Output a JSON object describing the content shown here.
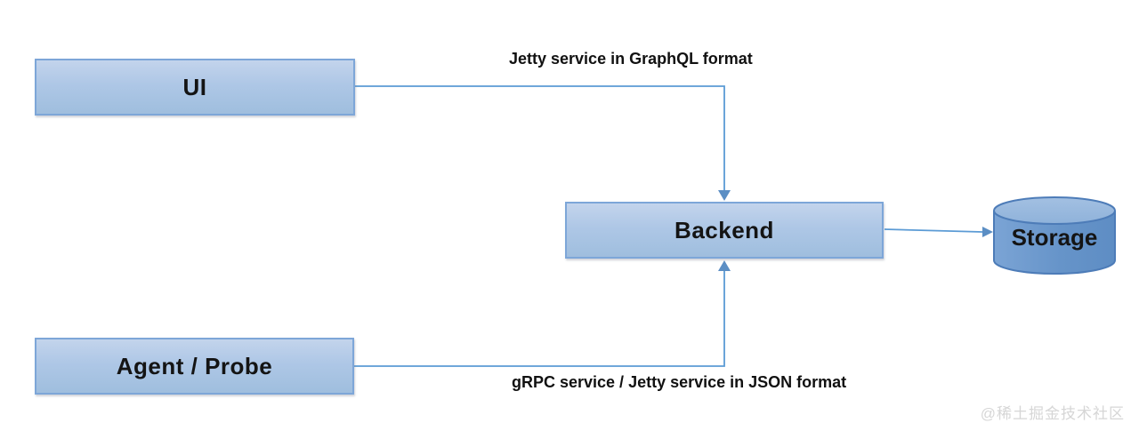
{
  "diagram": {
    "nodes": {
      "ui": {
        "label": "UI",
        "shape": "rectangle"
      },
      "agent": {
        "label": "Agent / Probe",
        "shape": "rectangle"
      },
      "backend": {
        "label": "Backend",
        "shape": "rectangle"
      },
      "storage": {
        "label": "Storage",
        "shape": "cylinder"
      }
    },
    "edges": [
      {
        "from": "ui",
        "to": "backend",
        "label": "Jetty service in GraphQL format"
      },
      {
        "from": "agent",
        "to": "backend",
        "label": "gRPC service / Jetty service in JSON format"
      },
      {
        "from": "backend",
        "to": "storage",
        "label": ""
      }
    ]
  },
  "watermark": {
    "text": "@稀土掘金技术社区"
  },
  "colors": {
    "background": "#ffffff",
    "box_fill_top": "#c3d4ec",
    "box_fill_bottom": "#9fbede",
    "box_border": "#7da6d8",
    "connector": "#5b9bd5",
    "arrowhead": "#5b8ec4",
    "cylinder_body": "#6494c8",
    "cylinder_top": "#97b7dc",
    "cylinder_border": "#4d7cb8",
    "node_text": "#141414",
    "edge_label_text": "#111111",
    "watermark_text": "#d6d6d6"
  }
}
